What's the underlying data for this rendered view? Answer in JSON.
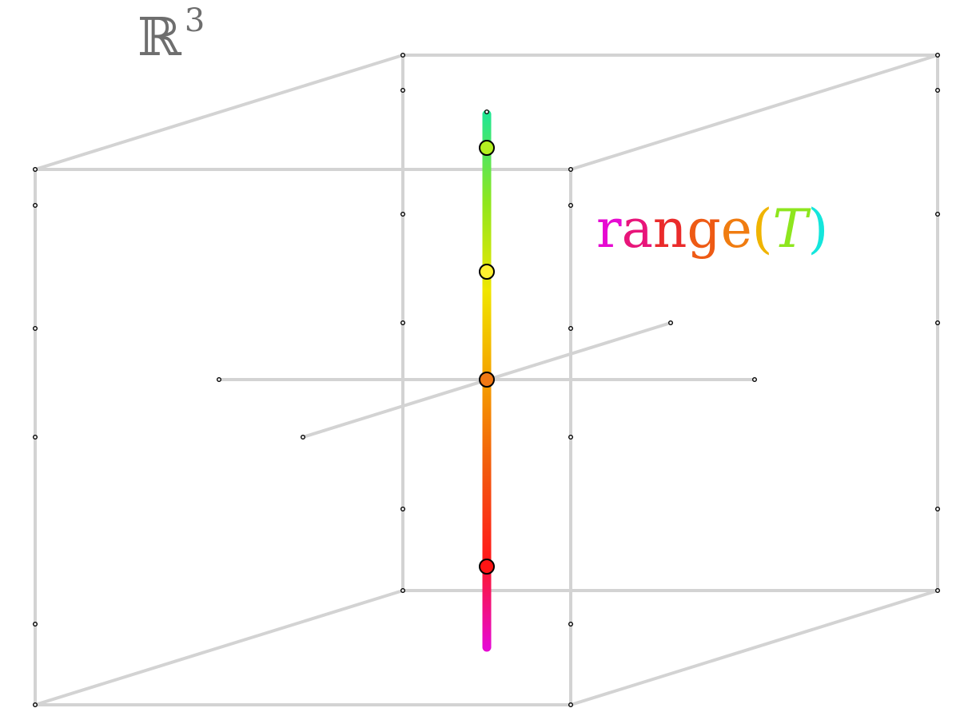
{
  "labels": {
    "space_base": "ℝ",
    "space_exponent": "3",
    "range_word": "range",
    "range_open": "(",
    "range_var": "T",
    "range_close": ")"
  },
  "colors": {
    "frame": "#d3d3d3",
    "vertex": "#000000",
    "space_label": "#6e6e6e",
    "range_word": [
      "#e60ad2",
      "#e8157a",
      "#ea2b2b",
      "#ee5a14",
      "#f07c10"
    ],
    "range_open": "#f0b400",
    "range_var": "#8ee61e",
    "range_close": "#14e6dc",
    "line_gradient": [
      "#e60ad2",
      "#ff1a1a",
      "#f25a0d",
      "#f5a000",
      "#f0e600",
      "#8ee61e",
      "#1ee696"
    ],
    "points": [
      "#ff1414",
      "#f07814",
      "#fff030",
      "#b4f020"
    ]
  }
}
